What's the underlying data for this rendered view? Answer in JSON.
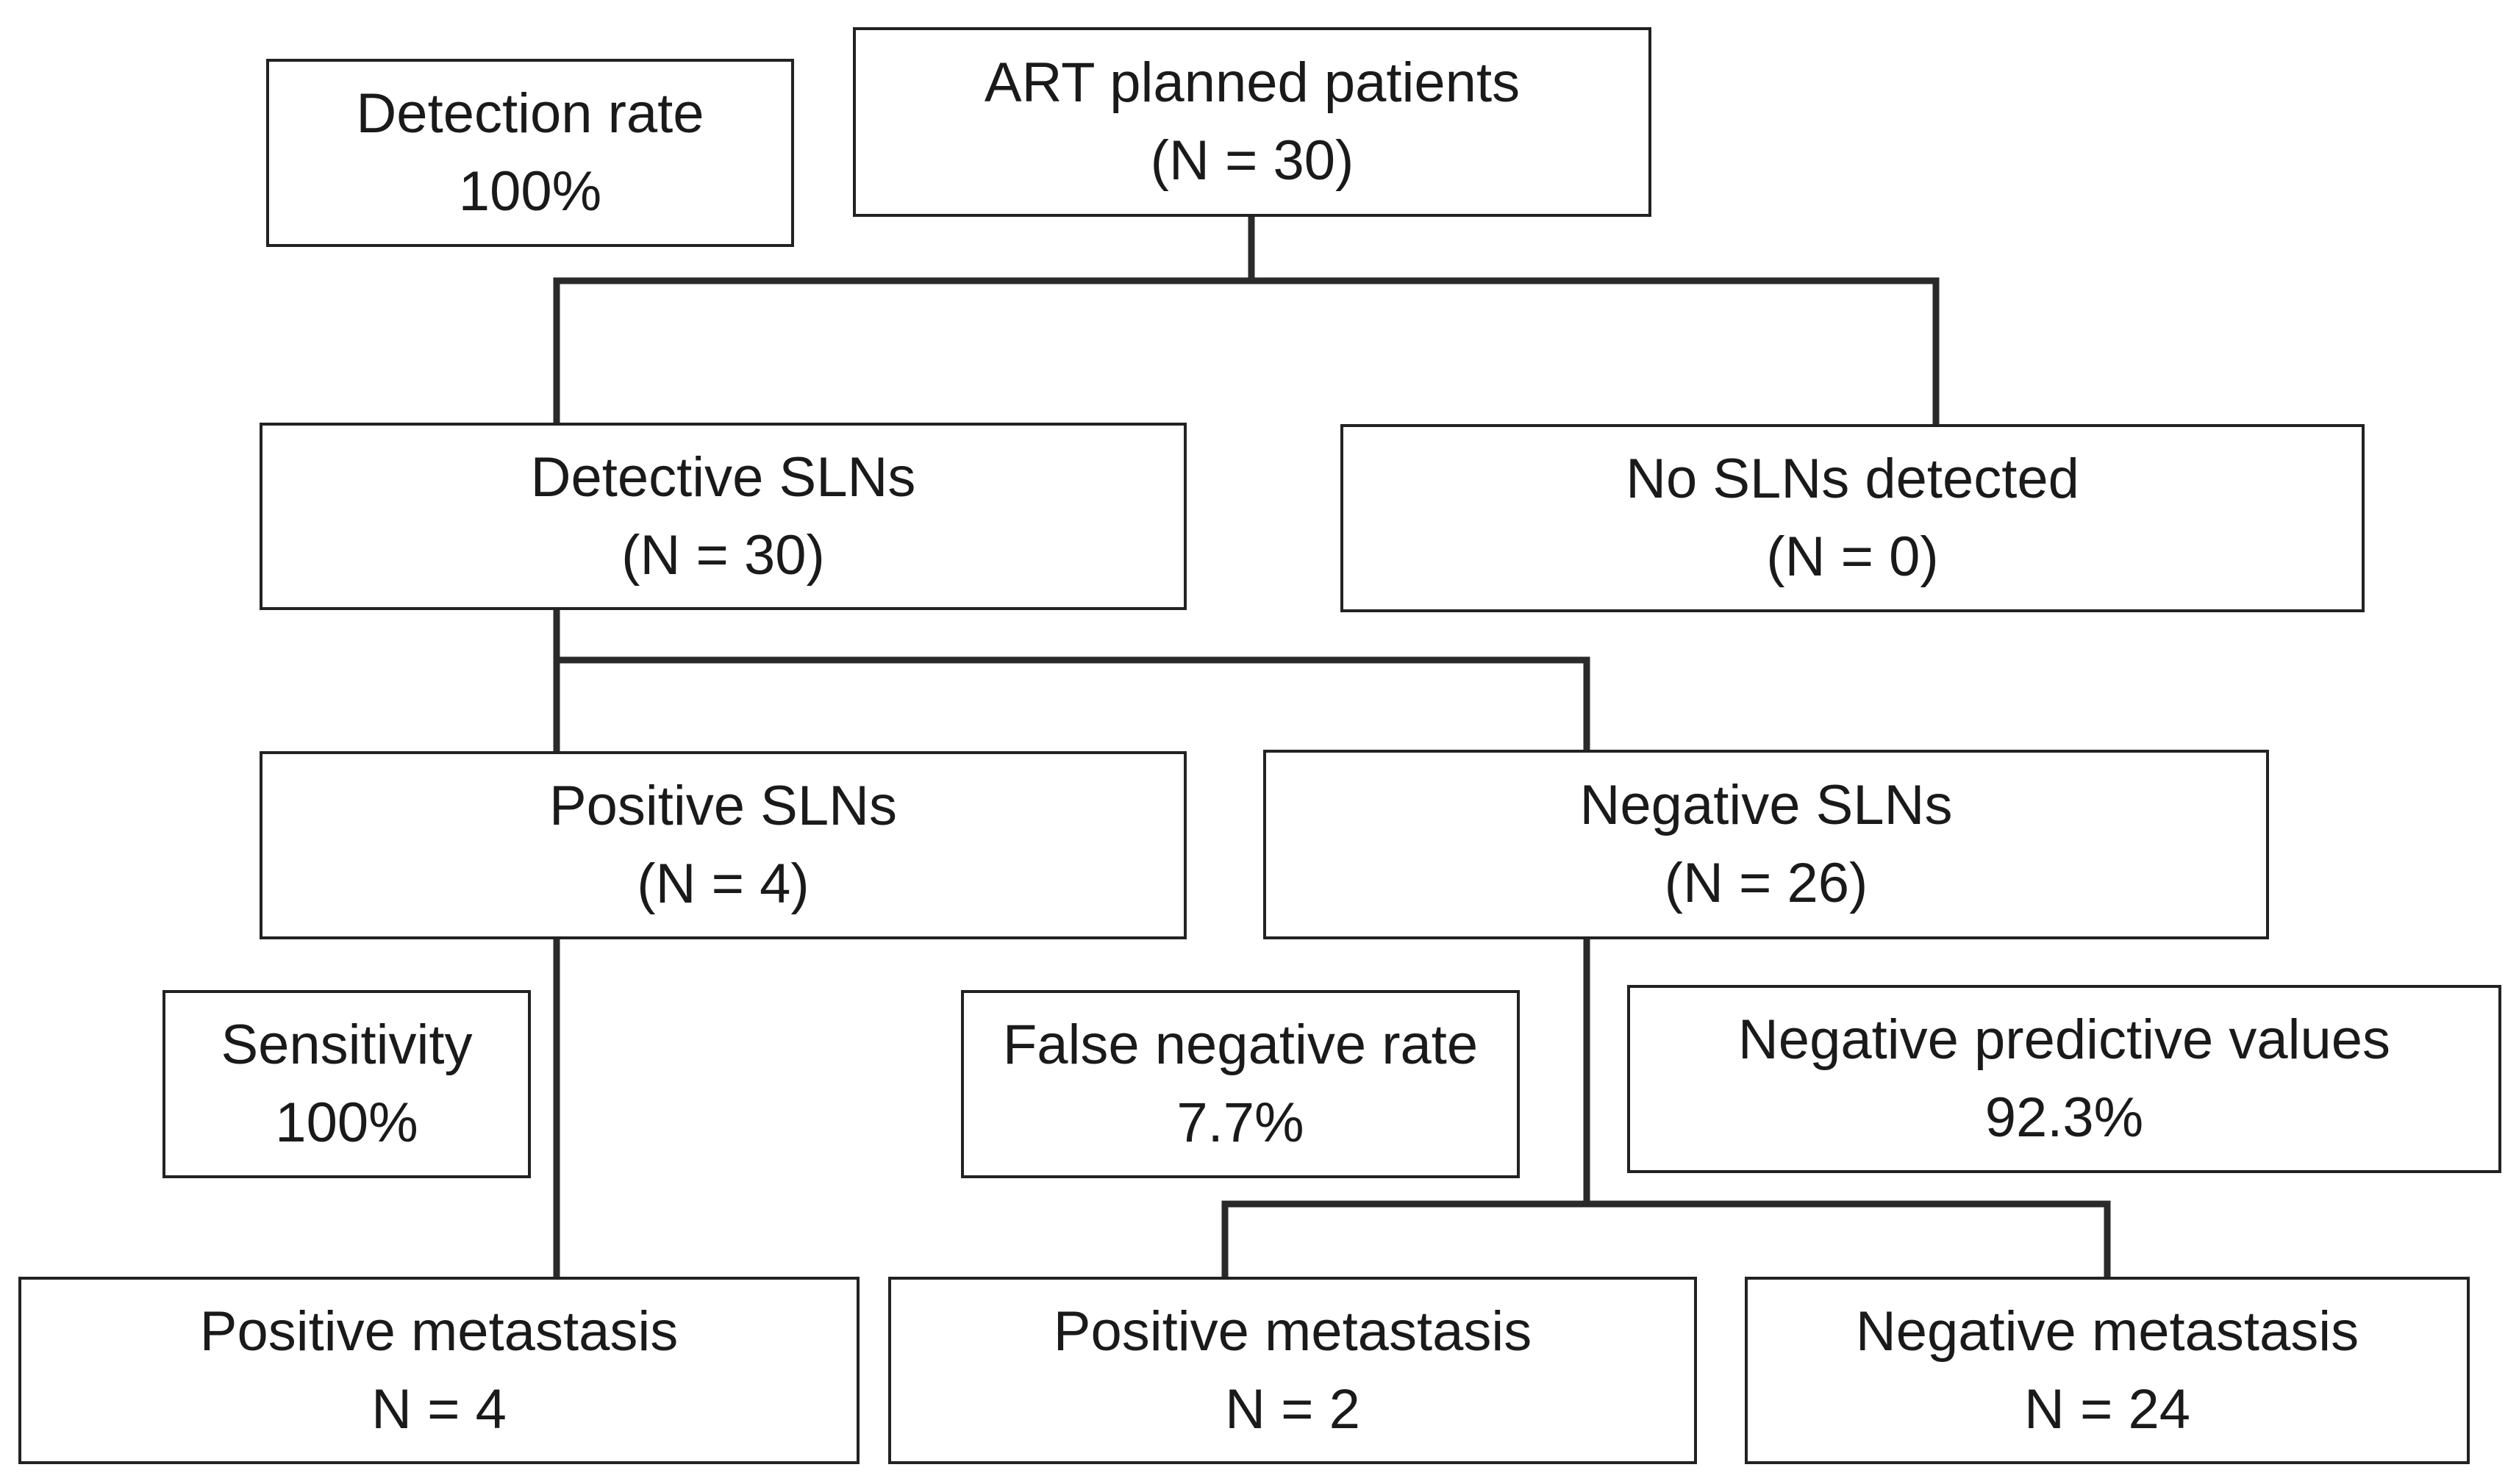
{
  "colors": {
    "line": "#2a2a2a",
    "box_border": "#222222",
    "text": "#1a1a1a",
    "background": "#ffffff"
  },
  "nodes": {
    "art_planned": {
      "line1": "ART planned patients",
      "line2": "(N = 30)"
    },
    "detection_rate": {
      "line1": "Detection rate",
      "line2": "100%"
    },
    "detective_slns": {
      "line1": "Detective SLNs",
      "line2": "(N = 30)"
    },
    "no_slns": {
      "line1": "No SLNs detected",
      "line2": "(N = 0)"
    },
    "positive_slns": {
      "line1": "Positive SLNs",
      "line2": "(N = 4)"
    },
    "negative_slns": {
      "line1": "Negative SLNs",
      "line2": "(N = 26)"
    },
    "sensitivity": {
      "line1": "Sensitivity",
      "line2": "100%"
    },
    "false_negative_rate": {
      "line1": "False negative rate",
      "line2": "7.7%"
    },
    "negative_predictive": {
      "line1": "Negative predictive values",
      "line2": "92.3%"
    },
    "pos_meta_left": {
      "line1": "Positive metastasis",
      "line2": "N = 4"
    },
    "pos_meta_mid": {
      "line1": "Positive metastasis",
      "line2": "N = 2"
    },
    "neg_meta": {
      "line1": "Negative metastasis",
      "line2": "N = 24"
    }
  }
}
